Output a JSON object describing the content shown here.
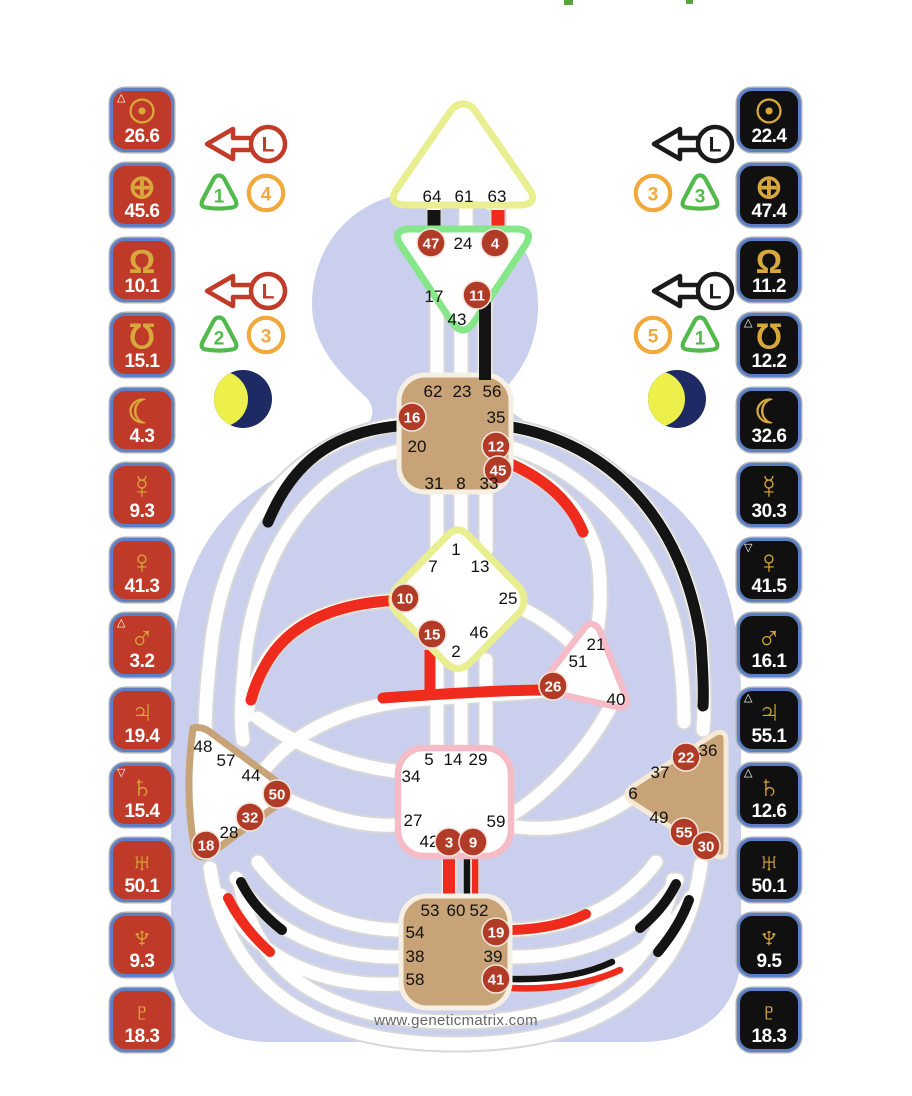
{
  "watermark": "www.geneticmatrix.com",
  "design": {
    "label": "design",
    "arrows": [
      {
        "label": "L"
      },
      {
        "label": "L"
      }
    ],
    "badges": [
      [
        {
          "shape": "triangle",
          "value": "1"
        },
        {
          "shape": "circle",
          "value": "4"
        }
      ],
      [
        {
          "shape": "triangle",
          "value": "2"
        },
        {
          "shape": "circle",
          "value": "3"
        }
      ]
    ],
    "rows": [
      {
        "planet": "sun",
        "symbol": "☉",
        "value": "26.6",
        "marker": "up"
      },
      {
        "planet": "earth",
        "symbol": "⊕",
        "value": "45.6",
        "marker": ""
      },
      {
        "planet": "north-node",
        "symbol": "Ω",
        "value": "10.1",
        "marker": ""
      },
      {
        "planet": "south-node",
        "symbol": "℧",
        "value": "15.1",
        "marker": ""
      },
      {
        "planet": "moon",
        "symbol": "☽",
        "value": "4.3",
        "marker": ""
      },
      {
        "planet": "mercury",
        "symbol": "☿",
        "value": "9.3",
        "marker": ""
      },
      {
        "planet": "venus",
        "symbol": "♀",
        "value": "41.3",
        "marker": ""
      },
      {
        "planet": "mars",
        "symbol": "♂",
        "value": "3.2",
        "marker": "up"
      },
      {
        "planet": "jupiter",
        "symbol": "♃",
        "value": "19.4",
        "marker": ""
      },
      {
        "planet": "saturn",
        "symbol": "♄",
        "value": "15.4",
        "marker": "down"
      },
      {
        "planet": "uranus",
        "symbol": "♅",
        "value": "50.1",
        "marker": ""
      },
      {
        "planet": "neptune",
        "symbol": "♆",
        "value": "9.3",
        "marker": ""
      },
      {
        "planet": "pluto",
        "symbol": "♇",
        "value": "18.3",
        "marker": ""
      }
    ]
  },
  "personality": {
    "label": "personality",
    "arrows": [
      {
        "label": "L"
      },
      {
        "label": "L"
      }
    ],
    "badges": [
      [
        {
          "shape": "circle",
          "value": "3"
        },
        {
          "shape": "triangle",
          "value": "3"
        }
      ],
      [
        {
          "shape": "circle",
          "value": "5"
        },
        {
          "shape": "triangle",
          "value": "1"
        }
      ]
    ],
    "rows": [
      {
        "planet": "sun",
        "symbol": "☉",
        "value": "22.4",
        "marker": ""
      },
      {
        "planet": "earth",
        "symbol": "⊕",
        "value": "47.4",
        "marker": ""
      },
      {
        "planet": "north-node",
        "symbol": "Ω",
        "value": "11.2",
        "marker": ""
      },
      {
        "planet": "south-node",
        "symbol": "℧",
        "value": "12.2",
        "marker": "up"
      },
      {
        "planet": "moon",
        "symbol": "☽",
        "value": "32.6",
        "marker": ""
      },
      {
        "planet": "mercury",
        "symbol": "☿",
        "value": "30.3",
        "marker": ""
      },
      {
        "planet": "venus",
        "symbol": "♀",
        "value": "41.5",
        "marker": "down"
      },
      {
        "planet": "mars",
        "symbol": "♂",
        "value": "16.1",
        "marker": ""
      },
      {
        "planet": "jupiter",
        "symbol": "♃",
        "value": "55.1",
        "marker": "up"
      },
      {
        "planet": "saturn",
        "symbol": "♄",
        "value": "12.6",
        "marker": "up"
      },
      {
        "planet": "uranus",
        "symbol": "♅",
        "value": "50.1",
        "marker": ""
      },
      {
        "planet": "neptune",
        "symbol": "♆",
        "value": "9.5",
        "marker": ""
      },
      {
        "planet": "pluto",
        "symbol": "♇",
        "value": "18.3",
        "marker": ""
      }
    ]
  },
  "centers": {
    "head": {
      "name": "head",
      "gates": [
        {
          "g": "64"
        },
        {
          "g": "61"
        },
        {
          "g": "63"
        }
      ]
    },
    "ajna": {
      "name": "ajna",
      "gates": [
        {
          "g": "47",
          "active": true
        },
        {
          "g": "24"
        },
        {
          "g": "4",
          "active": true
        },
        {
          "g": "17"
        },
        {
          "g": "11",
          "active": true
        },
        {
          "g": "43"
        }
      ]
    },
    "throat": {
      "name": "throat",
      "gates": [
        {
          "g": "62"
        },
        {
          "g": "23"
        },
        {
          "g": "56"
        },
        {
          "g": "16",
          "active": true
        },
        {
          "g": "35"
        },
        {
          "g": "20"
        },
        {
          "g": "12",
          "active": true
        },
        {
          "g": "45",
          "active": true
        },
        {
          "g": "31"
        },
        {
          "g": "8"
        },
        {
          "g": "33"
        }
      ]
    },
    "g": {
      "name": "g-center",
      "gates": [
        {
          "g": "1"
        },
        {
          "g": "7"
        },
        {
          "g": "13"
        },
        {
          "g": "10",
          "active": true
        },
        {
          "g": "25"
        },
        {
          "g": "15",
          "active": true
        },
        {
          "g": "46"
        },
        {
          "g": "2"
        }
      ]
    },
    "heart": {
      "name": "heart",
      "gates": [
        {
          "g": "21"
        },
        {
          "g": "51"
        },
        {
          "g": "26",
          "active": true
        },
        {
          "g": "40"
        }
      ]
    },
    "spleen": {
      "name": "spleen",
      "gates": [
        {
          "g": "48"
        },
        {
          "g": "57"
        },
        {
          "g": "44"
        },
        {
          "g": "50",
          "active": true
        },
        {
          "g": "32",
          "active": true
        },
        {
          "g": "28"
        },
        {
          "g": "18",
          "active": true
        }
      ]
    },
    "solar": {
      "name": "solar-plexus",
      "gates": [
        {
          "g": "22",
          "active": true
        },
        {
          "g": "36"
        },
        {
          "g": "37"
        },
        {
          "g": "6"
        },
        {
          "g": "49"
        },
        {
          "g": "55",
          "active": true
        },
        {
          "g": "30",
          "active": true
        }
      ]
    },
    "sacral": {
      "name": "sacral",
      "gates": [
        {
          "g": "5"
        },
        {
          "g": "14"
        },
        {
          "g": "29"
        },
        {
          "g": "34"
        },
        {
          "g": "27"
        },
        {
          "g": "42"
        },
        {
          "g": "3",
          "active": true
        },
        {
          "g": "9",
          "active": true
        },
        {
          "g": "59"
        }
      ]
    },
    "root": {
      "name": "root",
      "gates": [
        {
          "g": "53"
        },
        {
          "g": "60"
        },
        {
          "g": "52"
        },
        {
          "g": "54"
        },
        {
          "g": "19",
          "active": true
        },
        {
          "g": "38"
        },
        {
          "g": "39"
        },
        {
          "g": "58"
        },
        {
          "g": "41",
          "active": true
        }
      ]
    }
  },
  "colors": {
    "design": "#bf3a28",
    "personality": "#111111",
    "active_gate": "#b23b28",
    "channel_red": "#ee2b1d",
    "channel_black": "#141414",
    "body": "#c9cfec"
  }
}
